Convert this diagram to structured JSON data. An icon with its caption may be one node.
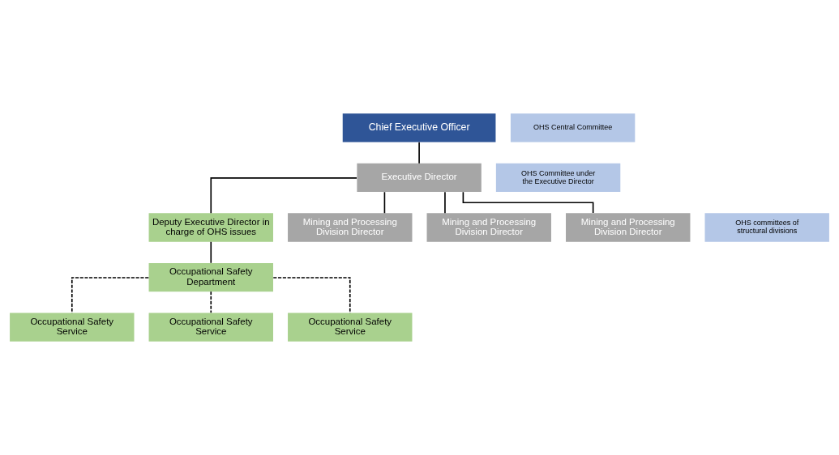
{
  "diagram": {
    "nodes": [
      {
        "text": [
          "Chief Executive Officer"
        ]
      },
      {
        "text": [
          "Executive Director"
        ]
      },
      {
        "text": [
          "Deputy Executive Director in charge of OHS issues"
        ]
      },
      {
        "text": [
          "Occupational Safety Department"
        ]
      },
      {
        "text": [
          "Mining and Processing Division Director"
        ]
      },
      {
        "text": [
          "Mining and Processing Division Director"
        ]
      },
      {
        "text": [
          "Mining and Processing Division Director"
        ]
      },
      {
        "text": [
          "Occupational Safety Service"
        ]
      },
      {
        "text": [
          "Occupational Safety Service"
        ]
      },
      {
        "text": [
          "Occupational Safety Service"
        ]
      },
      {
        "text": [
          "OHS Central Committee"
        ]
      },
      {
        "text": [
          "OHS Committee under the Executive Director"
        ]
      },
      {
        "text": [
          "OHS committees of structural divisions"
        ]
      }
    ],
    "edges": [
      {
        "from": 0,
        "to": 1,
        "arrow": "none"
      },
      {
        "from": 1,
        "to": 2,
        "arrow": "none"
      },
      {
        "from": 1,
        "to": 4,
        "arrow": "none"
      },
      {
        "from": 1,
        "to": 5,
        "arrow": "none"
      },
      {
        "from": 1,
        "to": 6,
        "arrow": "none"
      },
      {
        "from": 2,
        "to": 3,
        "arrow": "none"
      },
      {
        "from": 3,
        "to": 7,
        "arrow": "none",
        "style": "dashed"
      },
      {
        "from": 3,
        "to": 8,
        "arrow": "none",
        "style": "dashed"
      },
      {
        "from": 3,
        "to": 9,
        "arrow": "none",
        "style": "dashed"
      }
    ]
  }
}
